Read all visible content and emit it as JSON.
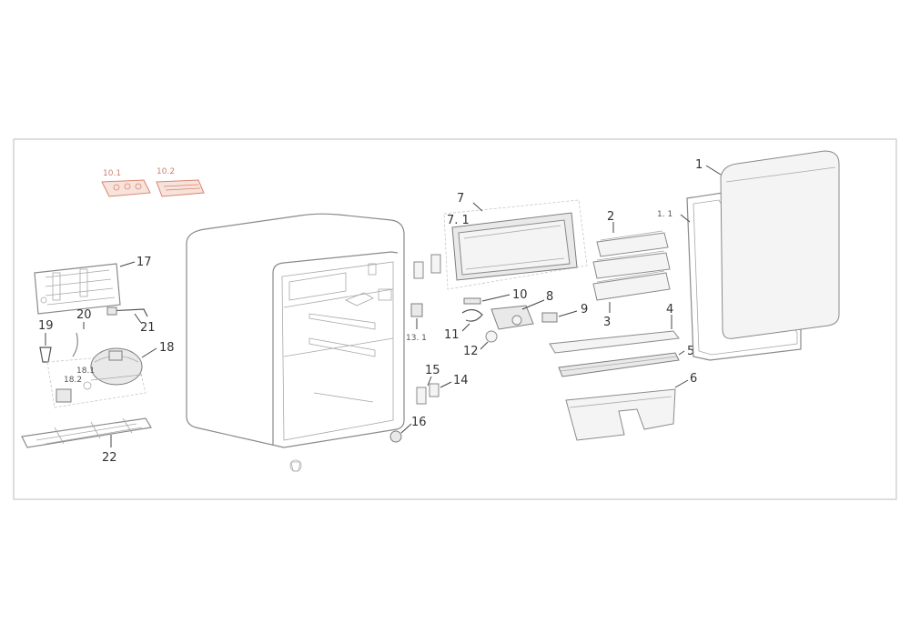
{
  "labels": {
    "p1": "1",
    "p1_1": "1. 1",
    "p2": "2",
    "p3": "3",
    "p4": "4",
    "p5": "5",
    "p6": "6",
    "p7": "7",
    "p7_1": "7. 1",
    "p8": "8",
    "p9": "9",
    "p10": "10",
    "p11": "11",
    "p12": "12",
    "p13_1": "13. 1",
    "p14": "14",
    "p15": "15",
    "p16": "16",
    "p17": "17",
    "p18": "18",
    "p18_1": "18.1",
    "p18_2": "18.2",
    "p19": "19",
    "p20": "20",
    "p21": "21",
    "p22": "22",
    "p10_1": "10.1",
    "p10_2": "10.2"
  },
  "colors": {
    "line": "#8a8a8a",
    "label": "#333333",
    "highlight": "#d9866f"
  }
}
